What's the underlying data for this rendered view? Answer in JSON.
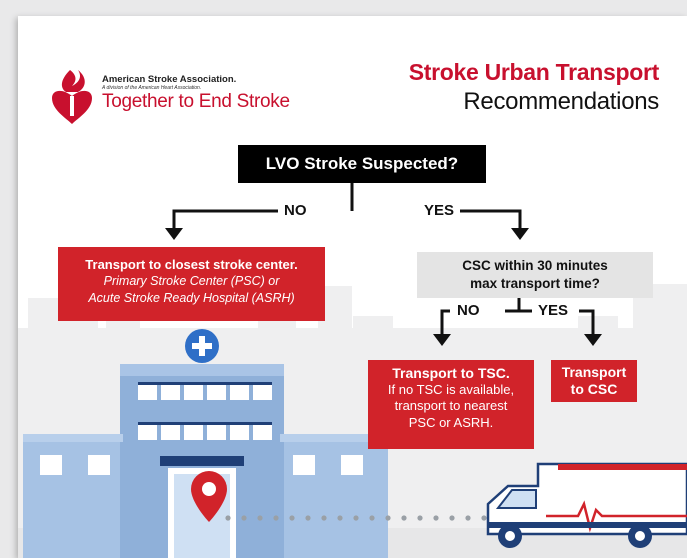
{
  "header": {
    "org_name": "American Stroke Association.",
    "org_division": "A division of the American Heart Association.",
    "tagline": "Together to End Stroke",
    "title_line1": "Stroke Urban Transport",
    "title_line2": "Recommendations"
  },
  "flow": {
    "question1": "LVO Stroke Suspected?",
    "no_label": "NO",
    "yes_label": "YES",
    "no_outcome_main": "Transport to closest stroke center.",
    "no_outcome_sub1": "Primary Stroke Center (PSC) or",
    "no_outcome_sub2": "Acute Stroke Ready Hospital (ASRH)",
    "question2_line1": "CSC within 30 minutes",
    "question2_line2": "max transport time?",
    "no2_label": "NO",
    "yes2_label": "YES",
    "tsc_main": "Transport to TSC.",
    "tsc_line1": "If no TSC is available,",
    "tsc_line2": "transport to nearest",
    "tsc_line3": "PSC or ASRH.",
    "csc_line1": "Transport",
    "csc_line2": "to CSC"
  },
  "colors": {
    "brand_red": "#c8102e",
    "box_red": "#d1232a",
    "building_blue": "#8fb3dc",
    "skyline_gray": "#eeeeef"
  },
  "icons": [
    "heart-torch-logo-icon",
    "medical-cross-icon",
    "location-pin-icon",
    "ambulance-icon"
  ]
}
